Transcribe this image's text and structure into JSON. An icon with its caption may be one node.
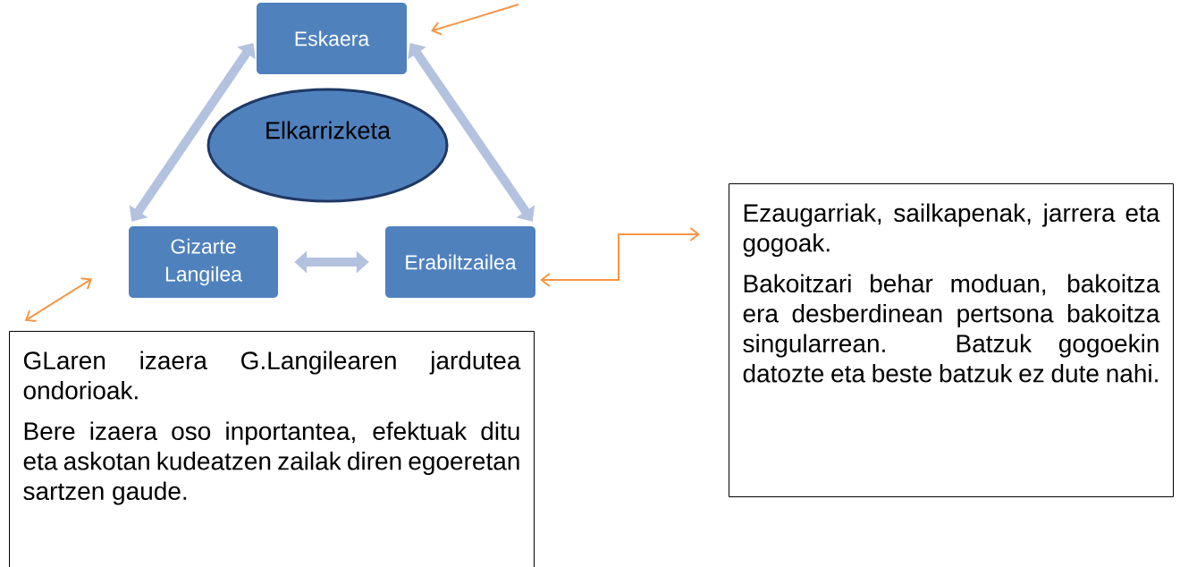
{
  "diagram": {
    "nodes": [
      {
        "text": [
          "Eskaera"
        ]
      },
      {
        "text": [
          "Elkarrizketa"
        ]
      },
      {
        "text": [
          "Gizarte Langilea"
        ]
      },
      {
        "text": [
          "Erabiltzailea"
        ]
      },
      {
        "text": [
          "Ezaugarriak, sailkapenak, jarrera eta gogoak.",
          "Bakoitzari behar moduan, bakoitza era desberdinean pertsona bakoitza singularrean. Batzuk gogoekin datozte eta beste batzuk ez dute nahi."
        ]
      },
      {
        "text": [
          "GLaren izaera G.Langilearen jardutea ondorioak.",
          "Bere izaera oso inportantea, efektuak ditu eta askotan kudeatzen zailak diren egoeretan sartzen gaude."
        ]
      }
    ],
    "edges": [
      {
        "from": 2,
        "to": 0,
        "arrow": "both",
        "style": "thick",
        "color": "#b3c2de"
      },
      {
        "from": 0,
        "to": 3,
        "arrow": "both",
        "style": "thick",
        "color": "#b3c2de"
      },
      {
        "from": 2,
        "to": 3,
        "arrow": "both",
        "style": "thick",
        "color": "#b3c2de"
      },
      {
        "from": null,
        "to": 0,
        "arrow": "to",
        "color": "#f79646"
      },
      {
        "from": 3,
        "to": 4,
        "arrow": "both",
        "color": "#f79646"
      },
      {
        "from": 5,
        "to": 2,
        "arrow": "both",
        "color": "#f79646"
      }
    ]
  }
}
